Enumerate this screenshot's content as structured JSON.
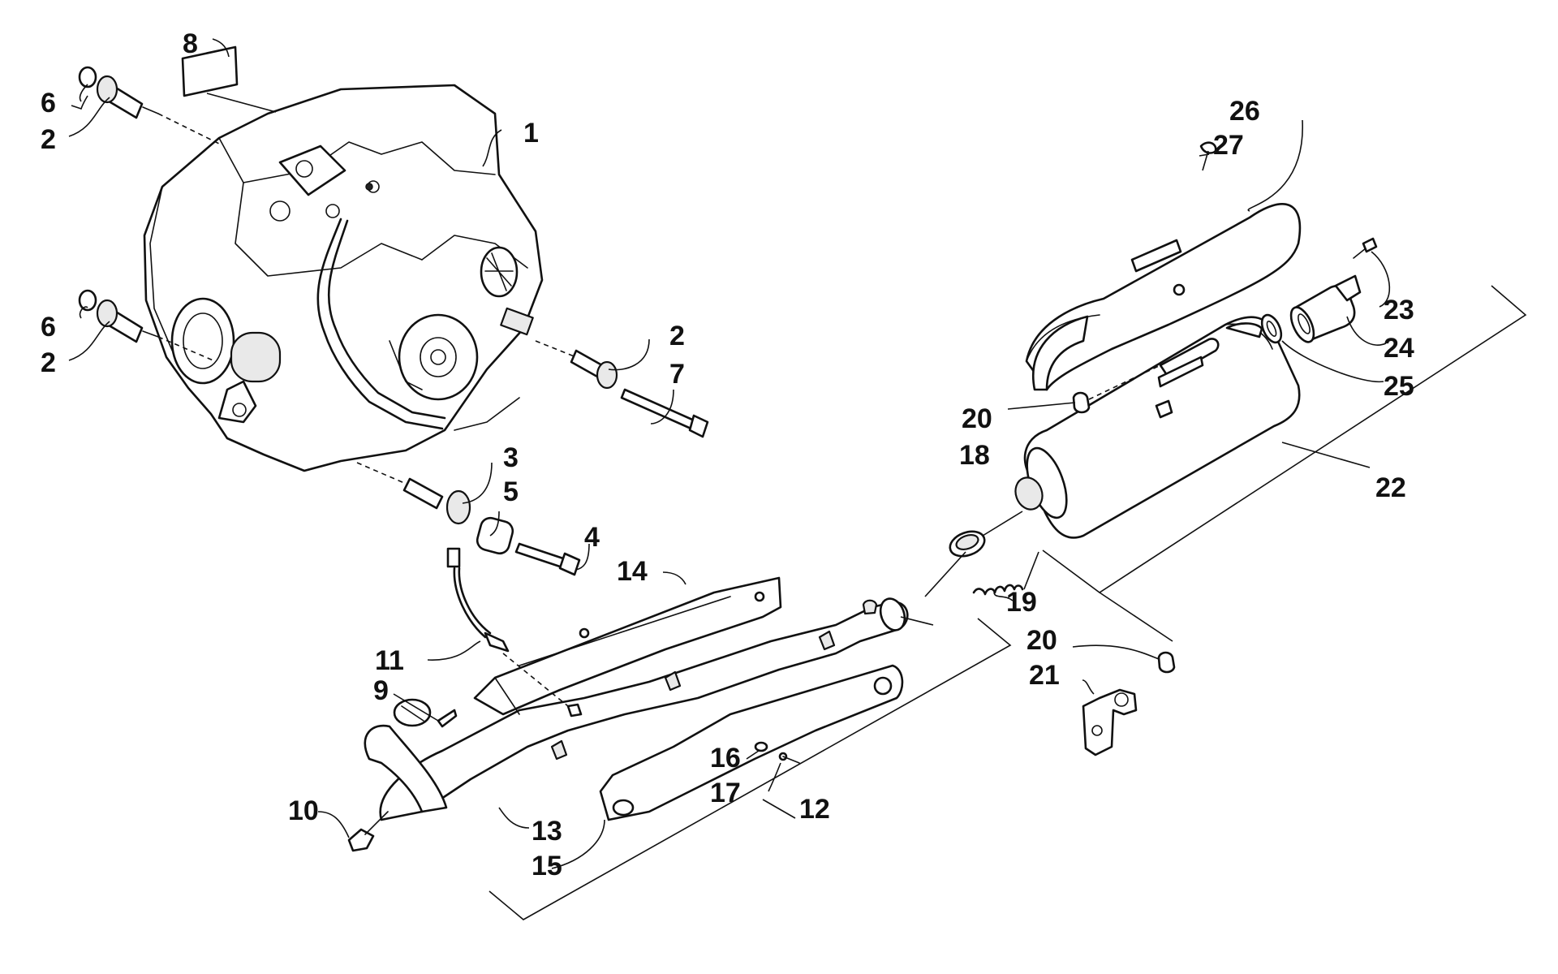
{
  "callouts": [
    {
      "id": "c8",
      "text": "8"
    },
    {
      "id": "c6a",
      "text": "6"
    },
    {
      "id": "c2a",
      "text": "2"
    },
    {
      "id": "c1",
      "text": "1"
    },
    {
      "id": "c26",
      "text": "26"
    },
    {
      "id": "c27",
      "text": "27"
    },
    {
      "id": "c6b",
      "text": "6"
    },
    {
      "id": "c2b",
      "text": "2"
    },
    {
      "id": "c2c",
      "text": "2"
    },
    {
      "id": "c7",
      "text": "7"
    },
    {
      "id": "c23",
      "text": "23"
    },
    {
      "id": "c24",
      "text": "24"
    },
    {
      "id": "c25",
      "text": "25"
    },
    {
      "id": "c20a",
      "text": "20"
    },
    {
      "id": "c3",
      "text": "3"
    },
    {
      "id": "c18",
      "text": "18"
    },
    {
      "id": "c22",
      "text": "22"
    },
    {
      "id": "c5",
      "text": "5"
    },
    {
      "id": "c4",
      "text": "4"
    },
    {
      "id": "c14",
      "text": "14"
    },
    {
      "id": "c19",
      "text": "19"
    },
    {
      "id": "c20b",
      "text": "20"
    },
    {
      "id": "c11",
      "text": "11"
    },
    {
      "id": "c21",
      "text": "21"
    },
    {
      "id": "c9",
      "text": "9"
    },
    {
      "id": "c16",
      "text": "16"
    },
    {
      "id": "c17",
      "text": "17"
    },
    {
      "id": "c12",
      "text": "12"
    },
    {
      "id": "c10",
      "text": "10"
    },
    {
      "id": "c13",
      "text": "13"
    },
    {
      "id": "c15",
      "text": "15"
    }
  ]
}
